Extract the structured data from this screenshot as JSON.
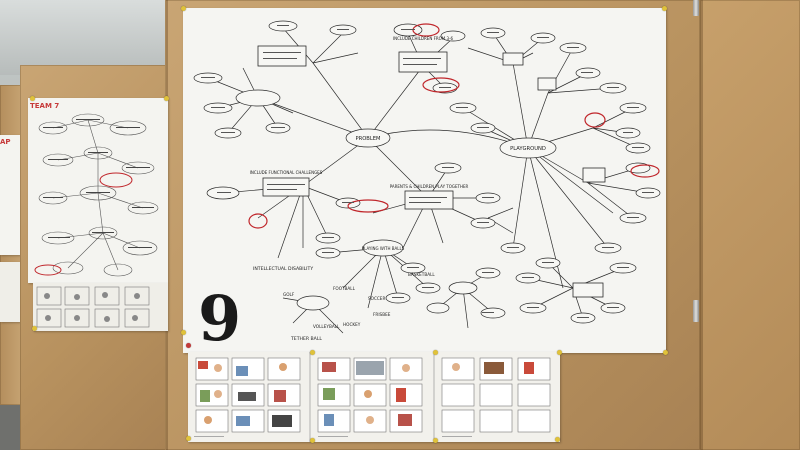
{
  "mindmap": {
    "labels": {
      "center_left": "PROBLEM",
      "center_right": "PLAYGROUND",
      "top_center": "INCLUDE CHILDREN FROM 3-6",
      "mid_left": "INCLUDE FUNCTIONAL CHALLENGES",
      "mid_center": "PARENTS & CHILDREN PLAY TOGETHER",
      "disability": "INTELLECTUAL DISABILITY",
      "balls": "PLAYING WITH BALLS",
      "tether": "TETHER BALL",
      "volleyball": "VOLLEYBALL",
      "golf": "GOLF",
      "frisbee": "FRISBEE",
      "hockey": "HOCKEY",
      "football": "FOOTBALL",
      "soccer": "SOCCER",
      "basketball": "BASKETBALL"
    }
  },
  "left_panel": {
    "title": "TEAM 7"
  },
  "edge_panel": {
    "title": "AP"
  },
  "corner_number": "9",
  "colors": {
    "board": "#b8925f",
    "paper": "#f5f5f2",
    "ink": "#2b2b2b",
    "red_marker": "#c0262b"
  }
}
